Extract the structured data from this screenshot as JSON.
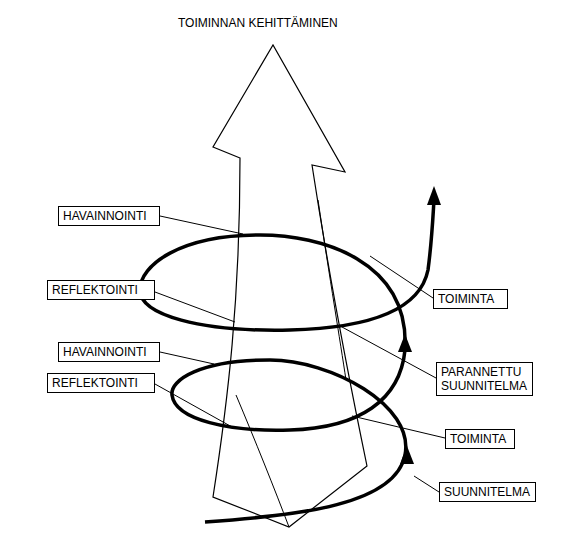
{
  "diagram": {
    "title": "TOIMINNAN KEHITTÄMINEN",
    "nodes": [
      {
        "text": [
          "HAVAINNOINTI"
        ]
      },
      {
        "text": [
          "REFLEKTOINTI"
        ]
      },
      {
        "text": [
          "TOIMINTA"
        ]
      },
      {
        "text": [
          "HAVAINNOINTI"
        ]
      },
      {
        "text": [
          "PARANNETTU SUUNNITELMA"
        ]
      },
      {
        "text": [
          "REFLEKTOINTI"
        ]
      },
      {
        "text": [
          "TOIMINTA"
        ]
      },
      {
        "text": [
          "SUUNNITELMA"
        ]
      }
    ]
  }
}
